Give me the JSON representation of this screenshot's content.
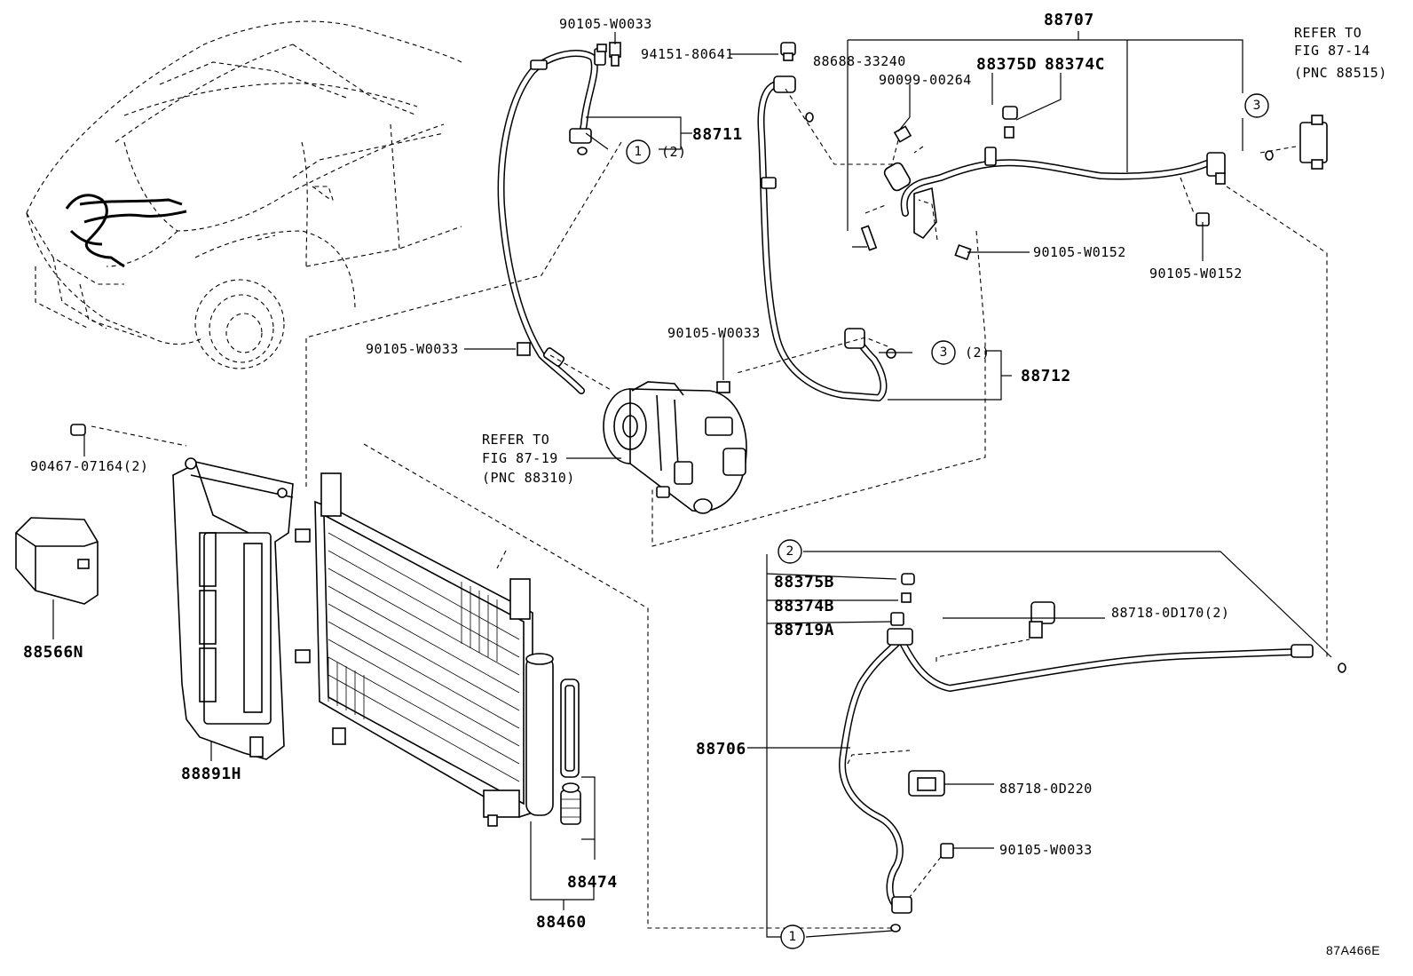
{
  "labels": {
    "p90105_w0033_top": "90105-W0033",
    "p94151_80641": "94151-80641",
    "p88707": "88707",
    "p88688_33240": "88688-33240",
    "p88375d": "88375D",
    "p88374c": "88374C",
    "p90099_00264": "90099-00264",
    "p88711": "88711",
    "qty2_a": "(2)",
    "p90105_w0152_a": "90105-W0152",
    "p90105_w0152_b": "90105-W0152",
    "p90105_w0033_mid_left": "90105-W0033",
    "p90105_w0033_mid": "90105-W0033",
    "p88712": "88712",
    "qty2_b": "(2)",
    "p90467_07164": "90467-07164(2)",
    "p88566n": "88566N",
    "p88891h": "88891H",
    "p88375b": "88375B",
    "p88374b": "88374B",
    "p88719a": "88719A",
    "p88718_0d170": "88718-0D170(2)",
    "p88706": "88706",
    "p88718_0d220": "88718-0D220",
    "p90105_w0033_bottom": "90105-W0033",
    "p88474": "88474",
    "p88460": "88460",
    "figure_code": "87A466E"
  },
  "refs": {
    "fig_87_14": {
      "line1": "REFER TO",
      "line2": "FIG 87-14",
      "line3": "(PNC 88515)"
    },
    "fig_87_19": {
      "line1": "REFER TO",
      "line2": "FIG 87-19",
      "line3": "(PNC 88310)"
    }
  },
  "callouts": {
    "c1_top": "1",
    "c2": "2",
    "c3_top": "3",
    "c3_mid": "3",
    "c1_bottom": "1"
  }
}
